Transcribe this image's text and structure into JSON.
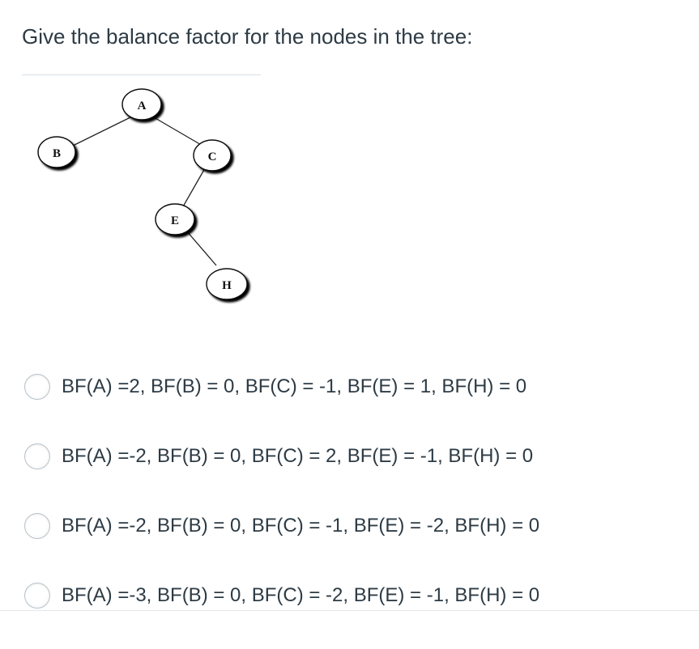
{
  "question": {
    "text": "Give the balance factor for the nodes in the tree:"
  },
  "tree": {
    "nodes": [
      {
        "id": "A",
        "label": "A"
      },
      {
        "id": "B",
        "label": "B"
      },
      {
        "id": "C",
        "label": "C"
      },
      {
        "id": "E",
        "label": "E"
      },
      {
        "id": "H",
        "label": "H"
      }
    ],
    "edges": [
      [
        "A",
        "B"
      ],
      [
        "A",
        "C"
      ],
      [
        "C",
        "E"
      ],
      [
        "E",
        "H"
      ]
    ]
  },
  "answers": [
    {
      "text": "BF(A) =2, BF(B) = 0, BF(C) = -1, BF(E) = 1, BF(H) = 0",
      "selected": false
    },
    {
      "text": "BF(A) =-2, BF(B) = 0, BF(C) = 2, BF(E) = -1, BF(H) = 0",
      "selected": false
    },
    {
      "text": "BF(A) =-2, BF(B) = 0, BF(C) = -1, BF(E) = -2, BF(H) = 0",
      "selected": false
    },
    {
      "text": "BF(A) =-3, BF(B) = 0, BF(C) = -2, BF(E) = -1, BF(H) = 0",
      "selected": false
    }
  ]
}
